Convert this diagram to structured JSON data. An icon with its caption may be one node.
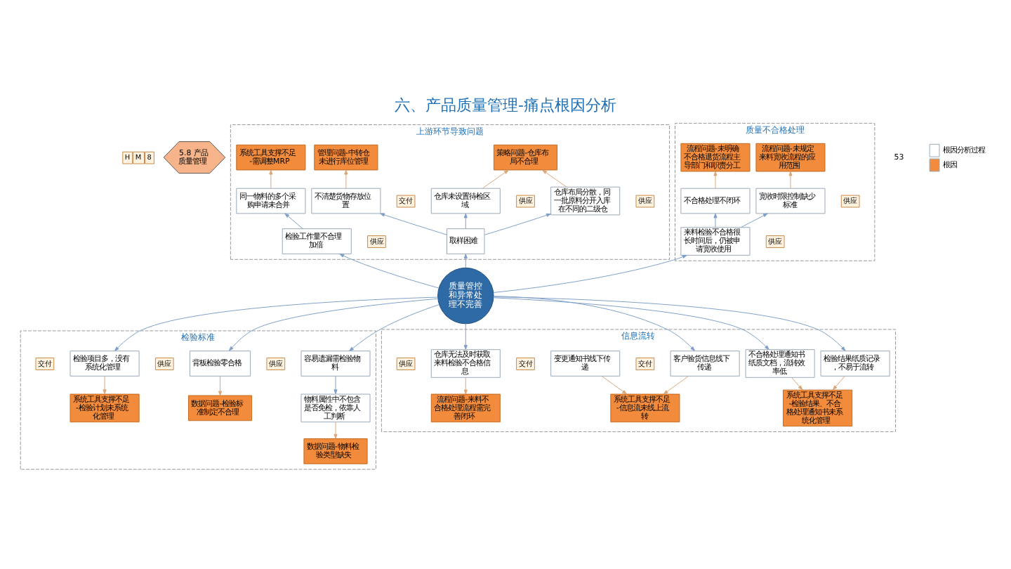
{
  "diagram": {
    "title": "六、产品质量管理-痛点根因分析",
    "nodes": [
      {
        "text": [
          "5.8 产品质量管理"
        ],
        "beside": [
          "H",
          "M",
          "8"
        ]
      },
      {
        "text": [
          "质量管控和异常处理不完善"
        ]
      },
      {
        "text": [
          "上游环节导致问题"
        ]
      },
      {
        "text": [
          "策略问题-仓库布局不合理"
        ],
        "in": 2
      },
      {
        "text": [
          "管理问题-中转仓未进行库位管理"
        ],
        "in": 2
      },
      {
        "text": [
          "系统工具支撑不足-需调整MRP"
        ],
        "in": 2
      },
      {
        "text": [
          "仓库未设置待检区域"
        ],
        "in": 2,
        "beside": [
          "供应"
        ]
      },
      {
        "text": [
          "仓库布局分散，同一批原料分开入库在不同的二级仓"
        ],
        "in": 2,
        "beside": [
          "供应"
        ]
      },
      {
        "text": [
          "不清楚货物存放位置"
        ],
        "in": 2,
        "beside": [
          "交付"
        ]
      },
      {
        "text": [
          "同一物料的多个采购申请未合并"
        ],
        "in": 2
      },
      {
        "text": [
          "取样困难"
        ],
        "in": 2
      },
      {
        "text": [
          "检验工作量不合理加倍"
        ],
        "in": 2,
        "beside": [
          "供应"
        ]
      },
      {
        "text": [
          "质量不合格处理"
        ]
      },
      {
        "text": [
          "流程问题-未规定来料宽收流程的应用范围"
        ],
        "in": 12
      },
      {
        "text": [
          "流程问题-未明确不合格退货流程主导部门和职责分工"
        ],
        "in": 12
      },
      {
        "text": [
          "宽收时限控制缺少标准"
        ],
        "in": 12,
        "beside": [
          "供应"
        ]
      },
      {
        "text": [
          "不合格处理不闭环"
        ],
        "in": 12
      },
      {
        "text": [
          "来料检验不合格很长时间后，仍被申请宽收使用"
        ],
        "in": 12,
        "beside": [
          "供应"
        ]
      },
      {
        "text": [
          "检验标准"
        ]
      },
      {
        "text": [
          "容易遗漏需检验物料"
        ],
        "in": 18,
        "beside": [
          "供应"
        ]
      },
      {
        "text": [
          "背板检验零合格"
        ],
        "in": 18,
        "beside": [
          "供应"
        ]
      },
      {
        "text": [
          "检验项目多，没有系统化管理"
        ],
        "in": 18,
        "beside": [
          "交付"
        ]
      },
      {
        "text": [
          "物料属性中不包含是否免检，依靠人工判断"
        ],
        "in": 18
      },
      {
        "text": [
          "数据问题-物料检验类型缺失"
        ],
        "in": 18
      },
      {
        "text": [
          "数据问题-检验标准制定不合理"
        ],
        "in": 18
      },
      {
        "text": [
          "系统工具支撑不足-检验计划未系统化管理"
        ],
        "in": 18
      },
      {
        "text": [
          "信息流转"
        ]
      },
      {
        "text": [
          "检验结果纸质记录，不易于流转"
        ],
        "in": 26
      },
      {
        "text": [
          "不合格处理通知书纸质文档，流转效率低"
        ],
        "in": 26
      },
      {
        "text": [
          "客户验货信息线下传递"
        ],
        "in": 26,
        "beside": [
          "交付"
        ]
      },
      {
        "text": [
          "变更通知书线下传递"
        ],
        "in": 26,
        "beside": [
          "交付"
        ]
      },
      {
        "text": [
          "仓库无法及时获取来料检验不合格信息"
        ],
        "in": 26,
        "beside": [
          "供应"
        ]
      },
      {
        "text": [
          "系统工具支撑不足-检验结果、不合格处理通知书未系统化管理"
        ],
        "in": 26
      },
      {
        "text": [
          "系统工具支撑不足-信息流未线上流转"
        ],
        "in": 26
      },
      {
        "text": [
          "流程问题-来料不合格处理流程需完善闭环"
        ],
        "in": 26
      }
    ],
    "edges": [
      {
        "from": 1,
        "to": 10,
        "arrow": "to"
      },
      {
        "from": 1,
        "to": 11,
        "arrow": "to"
      },
      {
        "from": 10,
        "to": 6,
        "arrow": "to"
      },
      {
        "from": 10,
        "to": 7,
        "arrow": "to"
      },
      {
        "from": 10,
        "to": 8,
        "arrow": "to"
      },
      {
        "from": 11,
        "to": 9,
        "arrow": "to"
      },
      {
        "from": 6,
        "to": 3,
        "arrow": "to",
        "color": "#d9a77a"
      },
      {
        "from": 7,
        "to": 3,
        "arrow": "to",
        "color": "#d9a77a"
      },
      {
        "from": 8,
        "to": 4,
        "arrow": "to",
        "color": "#d9a77a"
      },
      {
        "from": 9,
        "to": 5,
        "arrow": "to",
        "color": "#d9a77a"
      },
      {
        "from": 1,
        "to": 17,
        "arrow": "to"
      },
      {
        "from": 17,
        "to": 15,
        "arrow": "to"
      },
      {
        "from": 17,
        "to": 16,
        "arrow": "to"
      },
      {
        "from": 15,
        "to": 13,
        "arrow": "to",
        "color": "#d9a77a"
      },
      {
        "from": 16,
        "to": 14,
        "arrow": "to",
        "color": "#d9a77a"
      },
      {
        "from": 1,
        "to": 19,
        "arrow": "to"
      },
      {
        "from": 1,
        "to": 20,
        "arrow": "to"
      },
      {
        "from": 1,
        "to": 21,
        "arrow": "to"
      },
      {
        "from": 19,
        "to": 22,
        "arrow": "to"
      },
      {
        "from": 22,
        "to": 23,
        "arrow": "to",
        "color": "#d9a77a"
      },
      {
        "from": 20,
        "to": 24,
        "arrow": "to",
        "color": "#d9a77a"
      },
      {
        "from": 21,
        "to": 25,
        "arrow": "to",
        "color": "#d9a77a"
      },
      {
        "from": 1,
        "to": 27,
        "arrow": "to"
      },
      {
        "from": 1,
        "to": 28,
        "arrow": "to"
      },
      {
        "from": 1,
        "to": 29,
        "arrow": "to"
      },
      {
        "from": 1,
        "to": 31,
        "arrow": "to"
      },
      {
        "from": 27,
        "to": 32,
        "arrow": "to",
        "color": "#d9a77a"
      },
      {
        "from": 28,
        "to": 32,
        "arrow": "to",
        "color": "#d9a77a"
      },
      {
        "from": 29,
        "to": 33,
        "arrow": "to",
        "color": "#d9a77a"
      },
      {
        "from": 30,
        "to": 33,
        "arrow": "to",
        "color": "#d9a77a"
      },
      {
        "from": 31,
        "to": 34,
        "arrow": "to",
        "color": "#d9a77a"
      }
    ],
    "labels": [
      "53"
    ],
    "legend": [
      {
        "text": "根因分析过程",
        "color": "#ffffff"
      },
      {
        "text": "根因",
        "color": "#f28c3c"
      }
    ]
  }
}
